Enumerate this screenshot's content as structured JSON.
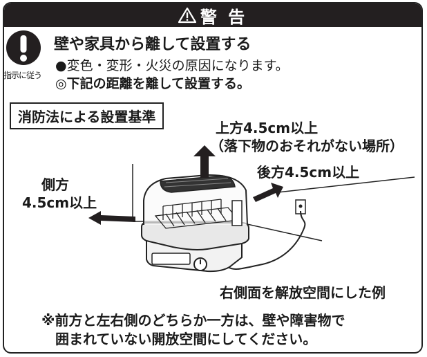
{
  "warning": {
    "title": "警 告",
    "icon": "warning-triangle-icon"
  },
  "instruction": {
    "icon": "exclamation-icon",
    "label": "指示に従う"
  },
  "heading": "壁や家具から離して設置する",
  "line1": "●変色・変形・火災の原因になります。",
  "line2": "◎下記の距離を離して設置する。",
  "standard": "消防法による設置基準",
  "labels": {
    "top_line1": "上方4.5cm以上",
    "top_line2": "（落下物のおそれがない場所）",
    "back": "後方4.5cm以上",
    "side_line1": "側方",
    "side_line2": "4.5cm以上",
    "caption": "右側面を解放空間にした例"
  },
  "note": {
    "line1": "※前方と左右側のどちらか一方は、壁や障害物で",
    "line2": "囲まれていない開放空間にしてください。"
  },
  "colors": {
    "header_bg": "#231f20",
    "text": "#1a1a1a"
  }
}
